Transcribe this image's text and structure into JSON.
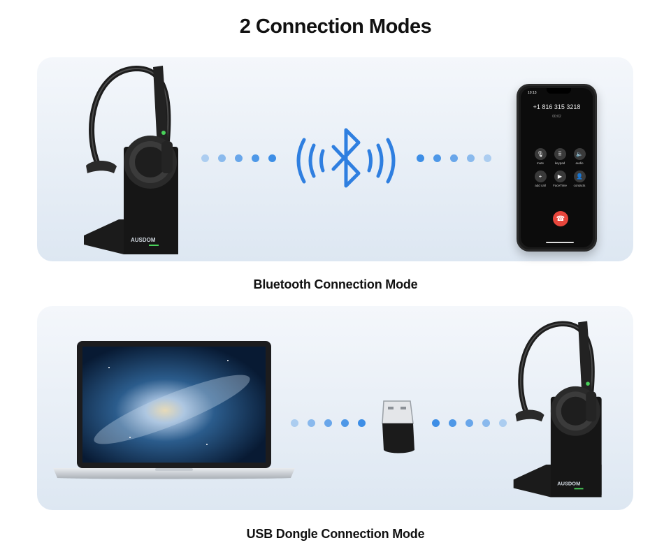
{
  "title": "2 Connection Modes",
  "bluetooth_mode": {
    "caption": "Bluetooth Connection Mode",
    "headset_brand": "AUSDOM",
    "phone": {
      "status_time": "10:13",
      "number": "+1 816 315 3218",
      "duration": "00:02",
      "buttons": [
        {
          "icon": "mute-icon",
          "glyph": "🎙",
          "label": "mute"
        },
        {
          "icon": "keypad-icon",
          "glyph": "⠿",
          "label": "keypad"
        },
        {
          "icon": "audio-icon",
          "glyph": "🔈",
          "label": "audio"
        },
        {
          "icon": "add-call-icon",
          "glyph": "+",
          "label": "add call"
        },
        {
          "icon": "facetime-icon",
          "glyph": "▶",
          "label": "FaceTime"
        },
        {
          "icon": "contacts-icon",
          "glyph": "👤",
          "label": "contacts"
        }
      ],
      "end_call_glyph": "☎"
    }
  },
  "usb_mode": {
    "caption": "USB Dongle Connection Mode",
    "headset_brand": "AUSDOM"
  },
  "colors": {
    "dot_blue": "#3d8ee6",
    "bluetooth_blue": "#2f7fe0",
    "end_call_red": "#e8463c"
  }
}
